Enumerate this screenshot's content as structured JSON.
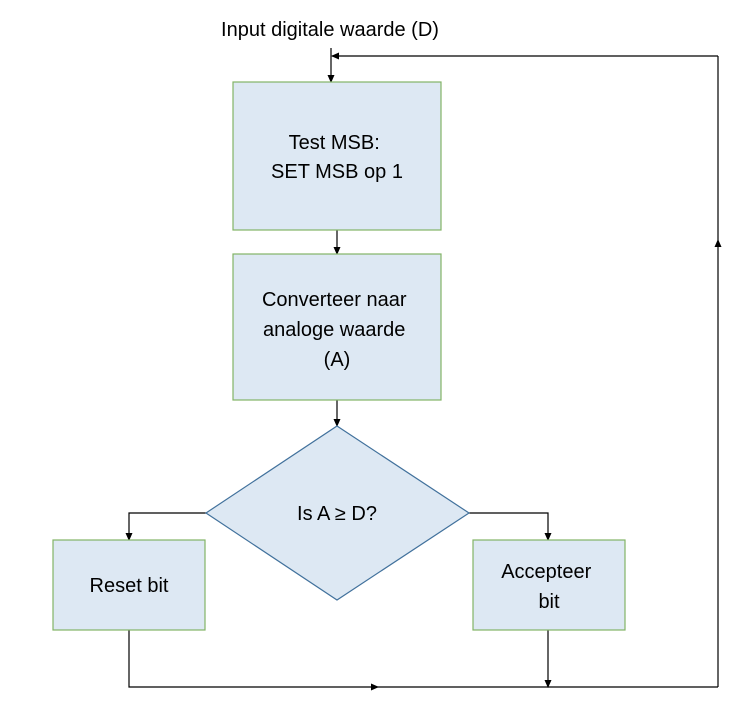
{
  "diagram": {
    "input_label": "Input digitale waarde (D)",
    "nodes": {
      "test_msb": {
        "lines": [
          "Test MSB:",
          "SET MSB op 1"
        ]
      },
      "convert": {
        "lines": [
          "Converteer naar",
          "analoge waarde",
          "(A)"
        ]
      },
      "decision": {
        "lines": [
          "Is A ≥ D?"
        ]
      },
      "reset": {
        "lines": [
          "Reset bit"
        ]
      },
      "accept": {
        "lines": [
          "Accepteer",
          "bit"
        ]
      }
    }
  },
  "colors": {
    "box_fill": "#dde8f3",
    "box_stroke": "#82b366",
    "diamond_fill": "#dde8f3",
    "diamond_stroke": "#41719c",
    "line": "#000000"
  }
}
